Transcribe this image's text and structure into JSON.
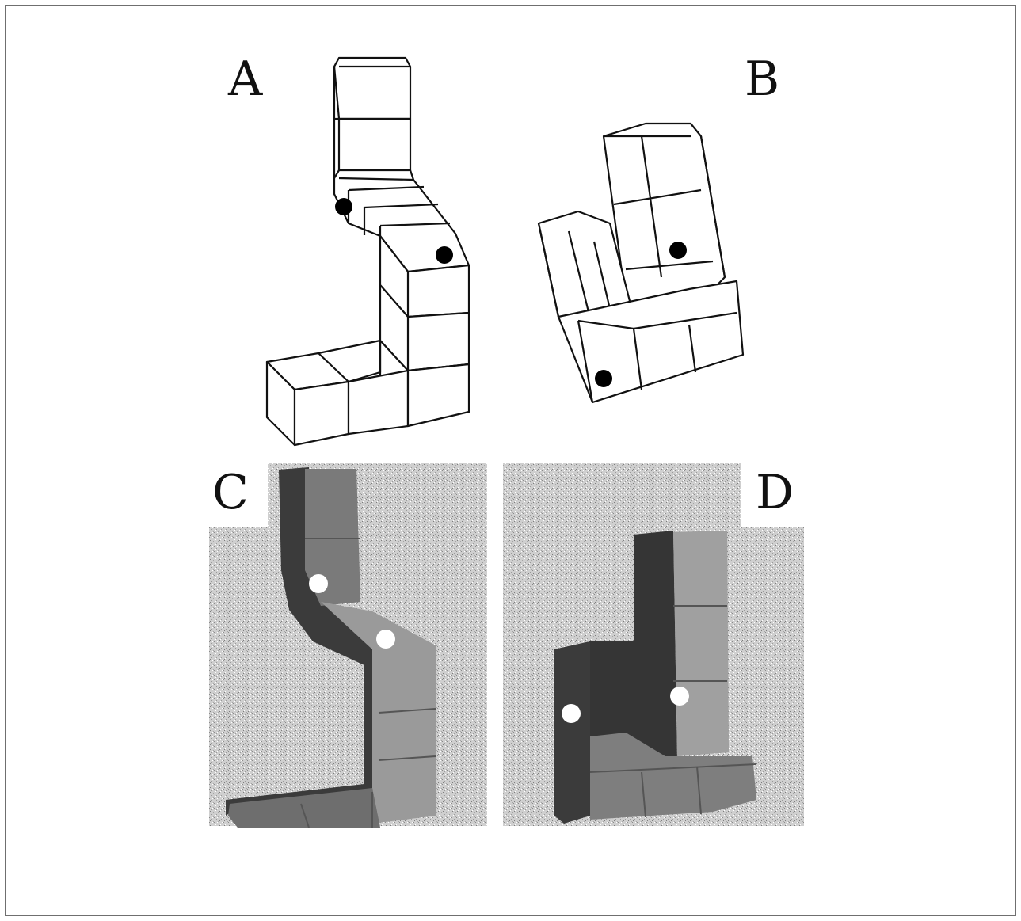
{
  "panels": [
    {
      "id": "A",
      "label": "A",
      "style": "line-drawing"
    },
    {
      "id": "B",
      "label": "B",
      "style": "line-drawing"
    },
    {
      "id": "C",
      "label": "C",
      "style": "random-dot-stereogram"
    },
    {
      "id": "D",
      "label": "D",
      "style": "random-dot-stereogram"
    }
  ],
  "colors": {
    "ink": "#111111",
    "cube_face": "#ffffff",
    "marker_line": "#000000",
    "marker_shaded": "#ffffff",
    "noise_background": "#c9c9c9",
    "dark_face": "#3a3a3a",
    "mid_face": "#777777",
    "light_face": "#9a9a9a"
  }
}
